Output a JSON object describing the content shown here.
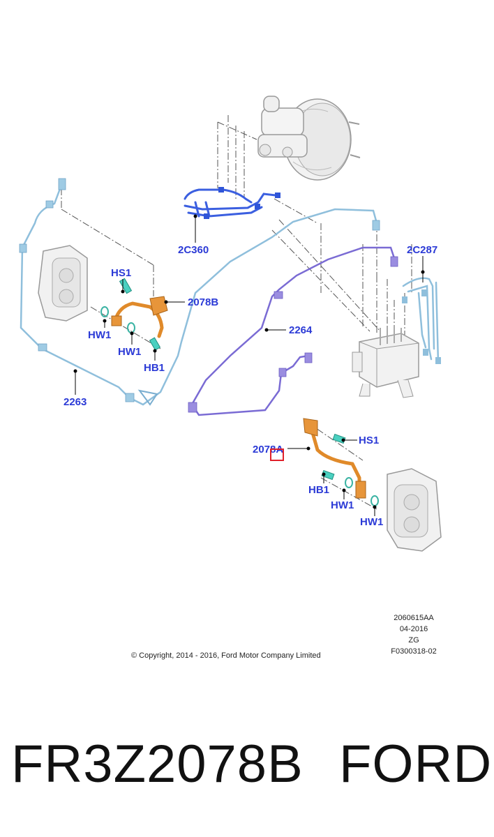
{
  "callouts": {
    "c_2c360": "2C360",
    "c_2c287": "2C287",
    "c_hs1_left": "HS1",
    "c_2078b": "2078B",
    "c_hw1_left_a": "HW1",
    "c_hw1_left_b": "HW1",
    "c_hb1_left": "HB1",
    "c_2264": "2264",
    "c_2263": "2263",
    "c_2078a": "2078A",
    "c_hs1_right": "HS1",
    "c_hb1_right": "HB1",
    "c_hw1_right_a": "HW1",
    "c_hw1_right_b": "HW1"
  },
  "meta": {
    "line1": "2060615AA",
    "line2": "04-2016",
    "line3": "ZG",
    "line4": "F0300318-02"
  },
  "copyright": "© Copyright, 2014 - 2016, Ford Motor Company Limited",
  "part_number": "FR3Z2078B",
  "brand": "FORD",
  "colors": {
    "callout_text": "#2b3ad6",
    "highlight_box": "#e0202a",
    "hose_orange": "#e08a2a",
    "line_light_blue": "#8fbfdc",
    "line_purple": "#7a6bd4",
    "line_dark_blue": "#3b5fe0"
  }
}
